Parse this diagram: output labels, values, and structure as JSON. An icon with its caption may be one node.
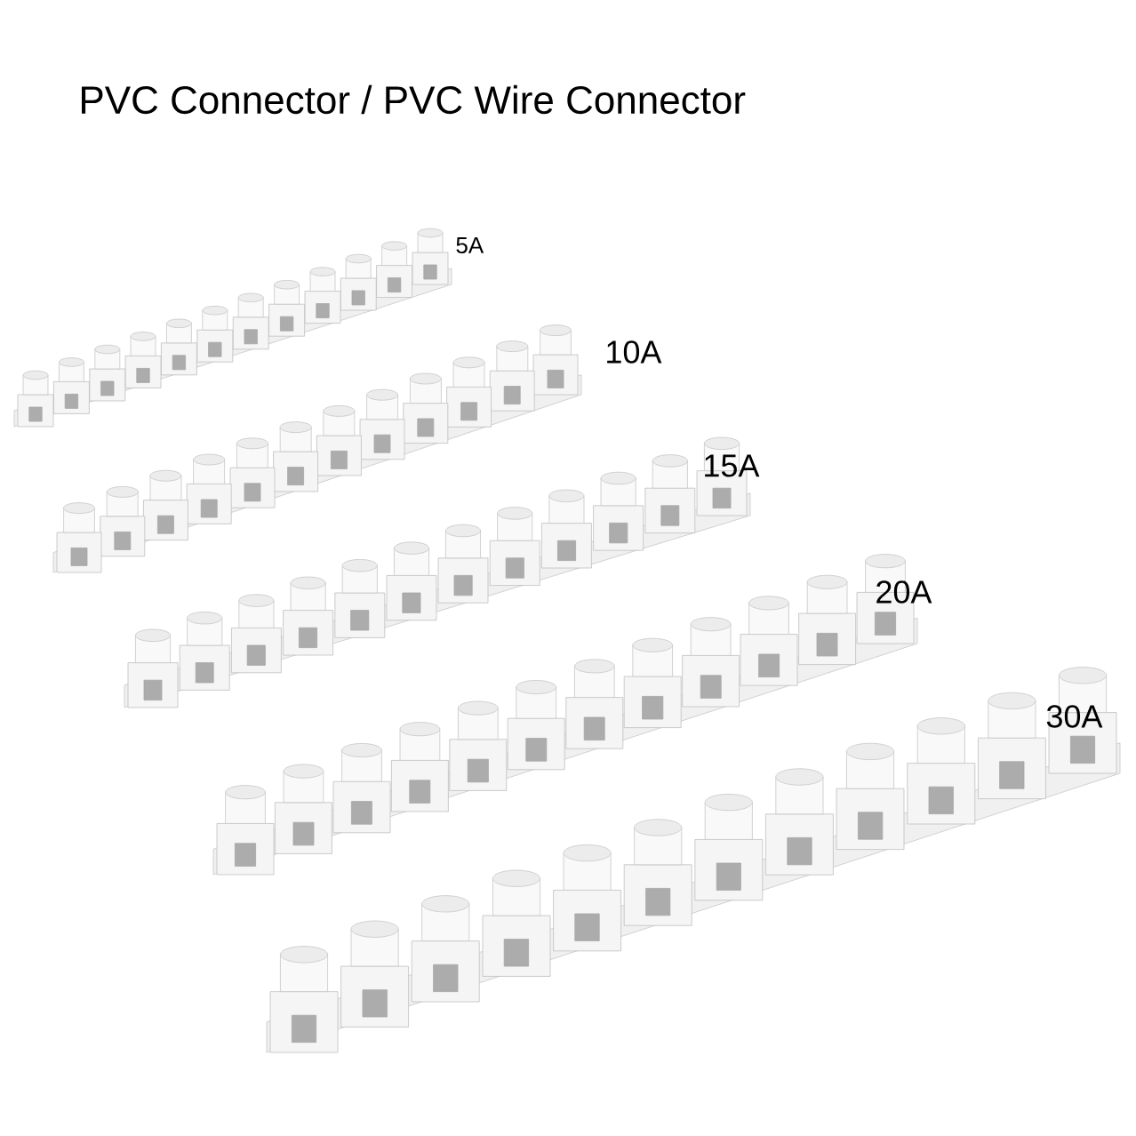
{
  "diagram": {
    "title": "PVC Connector / PVC Wire Connector",
    "labels": [
      "5A",
      "10A",
      "15A",
      "20A",
      "30A"
    ]
  }
}
